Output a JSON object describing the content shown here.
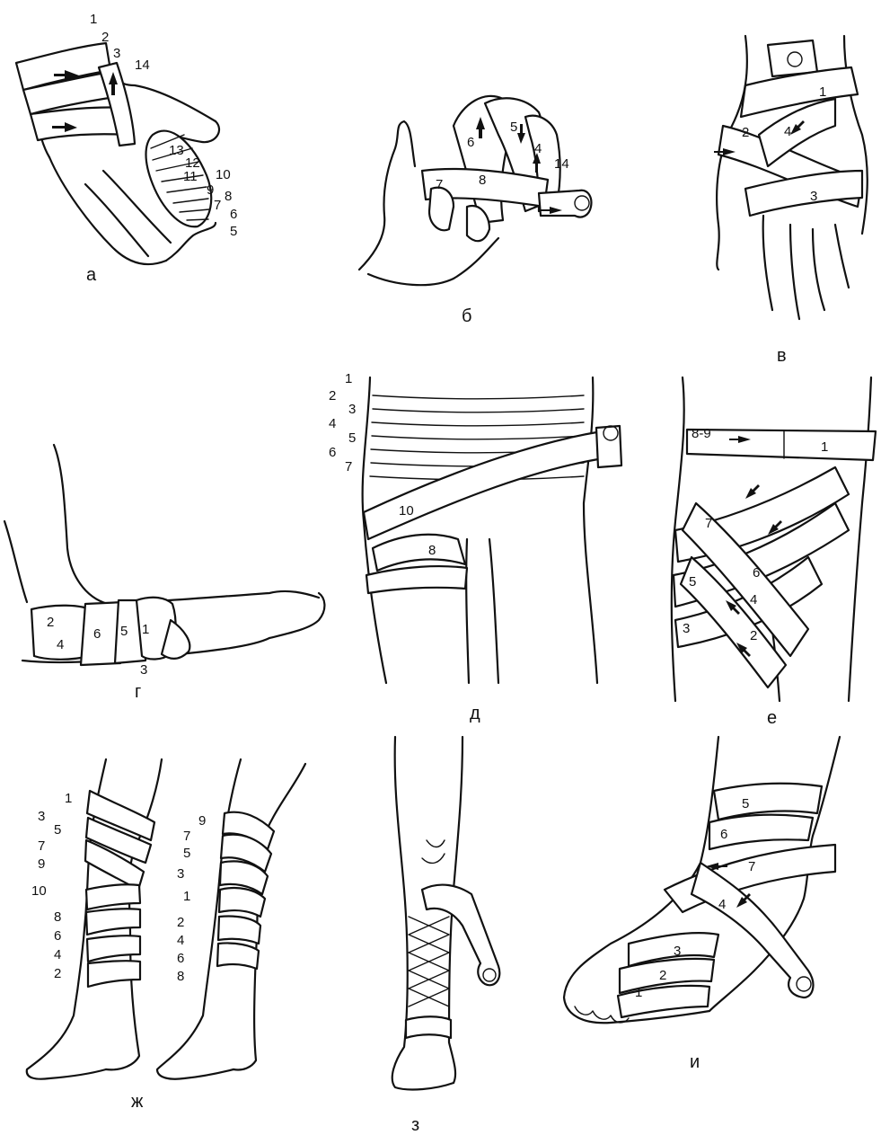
{
  "panels": [
    {
      "caption": "а",
      "numbers": [
        "1",
        "2",
        "3",
        "14",
        "13",
        "12",
        "11",
        "10",
        "9",
        "8",
        "7",
        "6",
        "5"
      ]
    },
    {
      "caption": "б",
      "numbers": [
        "6",
        "5",
        "4",
        "7",
        "8",
        "14"
      ]
    },
    {
      "caption": "в",
      "numbers": [
        "1",
        "2",
        "4",
        "3"
      ]
    },
    {
      "caption": "г",
      "numbers": [
        "2",
        "4",
        "6",
        "5",
        "1",
        "3"
      ]
    },
    {
      "caption": "д",
      "numbers": [
        "1",
        "2",
        "3",
        "4",
        "5",
        "6",
        "7",
        "10",
        "8"
      ]
    },
    {
      "caption": "е",
      "numbers": [
        "8-9",
        "1",
        "7",
        "6",
        "5",
        "4",
        "3",
        "2"
      ]
    },
    {
      "caption": "ж",
      "numbers": [
        "1",
        "3",
        "5",
        "7",
        "9",
        "10",
        "8",
        "6",
        "4",
        "2",
        "9",
        "7",
        "5",
        "3",
        "1",
        "2",
        "4",
        "6",
        "8"
      ]
    },
    {
      "caption": "з",
      "numbers": []
    },
    {
      "caption": "и",
      "numbers": [
        "5",
        "6",
        "7",
        "4",
        "3",
        "2",
        "1"
      ]
    }
  ]
}
